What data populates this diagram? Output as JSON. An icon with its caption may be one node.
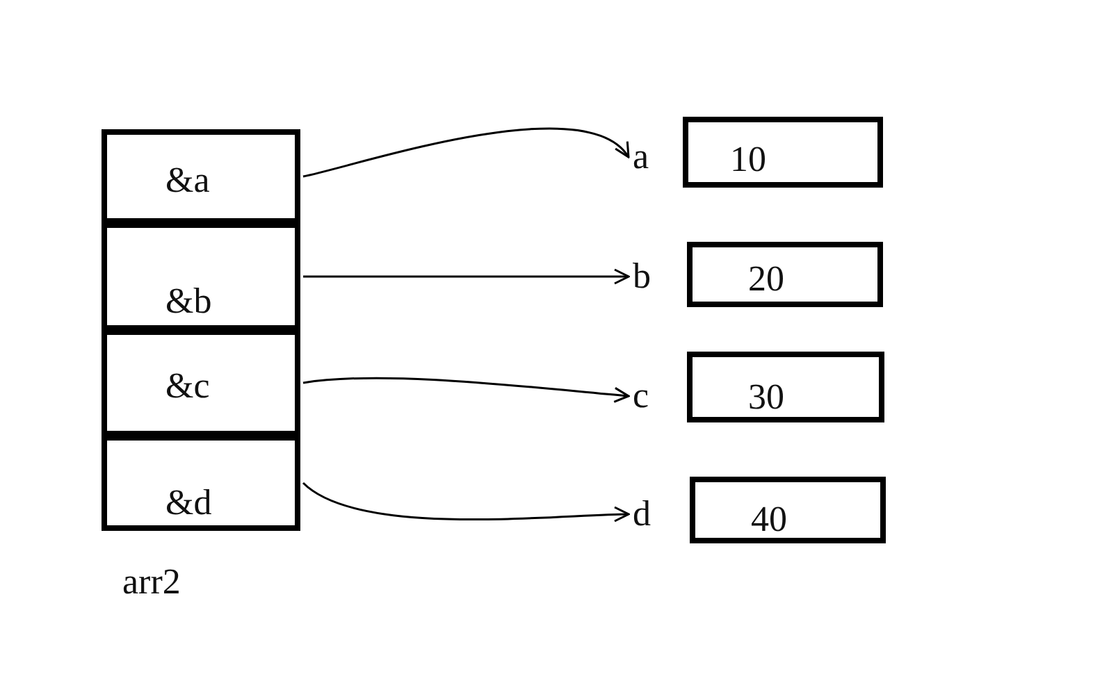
{
  "diagram": {
    "nodes": [
      {
        "text": [
          "&a"
        ]
      },
      {
        "text": [
          "&b"
        ]
      },
      {
        "text": [
          "&c"
        ]
      },
      {
        "text": [
          "&d"
        ]
      },
      {
        "text": [
          "a"
        ]
      },
      {
        "text": [
          "10"
        ]
      },
      {
        "text": [
          "b"
        ]
      },
      {
        "text": [
          "20"
        ]
      },
      {
        "text": [
          "c"
        ]
      },
      {
        "text": [
          "30"
        ]
      },
      {
        "text": [
          "d"
        ]
      },
      {
        "text": [
          "40"
        ]
      }
    ],
    "edges": [
      {
        "from": 0,
        "to": 4,
        "arrow": "to"
      },
      {
        "from": 1,
        "to": 6,
        "arrow": "to"
      },
      {
        "from": 2,
        "to": 8,
        "arrow": "to"
      },
      {
        "from": 3,
        "to": 10,
        "arrow": "to"
      }
    ],
    "labels": [
      "arr2"
    ]
  }
}
